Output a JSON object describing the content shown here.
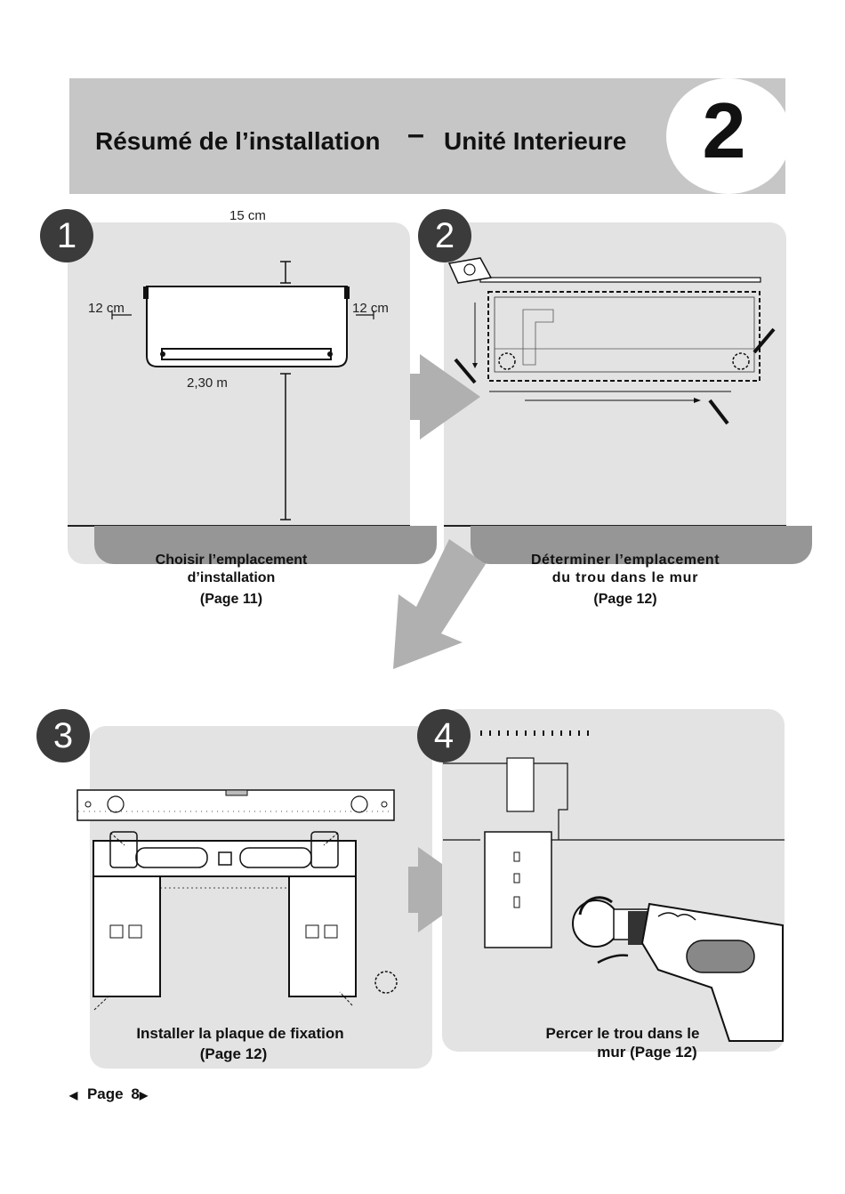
{
  "header": {
    "title": "Résumé de l’installation",
    "dash": "–",
    "subtitle": "Unité Interieure",
    "chapter_number": "2"
  },
  "steps": [
    {
      "number": "1",
      "caption_line1": "Choisir l’emplacement",
      "caption_line2": "d’installation",
      "page_ref": "(Page 11)",
      "dims": {
        "top": "15 cm",
        "left": "12 cm",
        "right": "12 cm",
        "floor": "2,30 m"
      }
    },
    {
      "number": "2",
      "caption_line1": "Déterminer l’emplacement",
      "caption_line2": "du trou dans le mur",
      "page_ref": "(Page 12)"
    },
    {
      "number": "3",
      "caption_line1": "Installer la plaque de fixation",
      "page_ref": "(Page 12)"
    },
    {
      "number": "4",
      "caption_line1": "Percer le trou dans le",
      "caption_line2": "mur (Page 12)"
    }
  ],
  "footer": {
    "page_label": "Page",
    "page_number": "8"
  },
  "colors": {
    "header_bg": "#c6c6c6",
    "panel_bg": "#e3e3e4",
    "caption_bar": "#969696",
    "step_circle": "#3b3b3b",
    "arrow": "#b0b0b0"
  }
}
